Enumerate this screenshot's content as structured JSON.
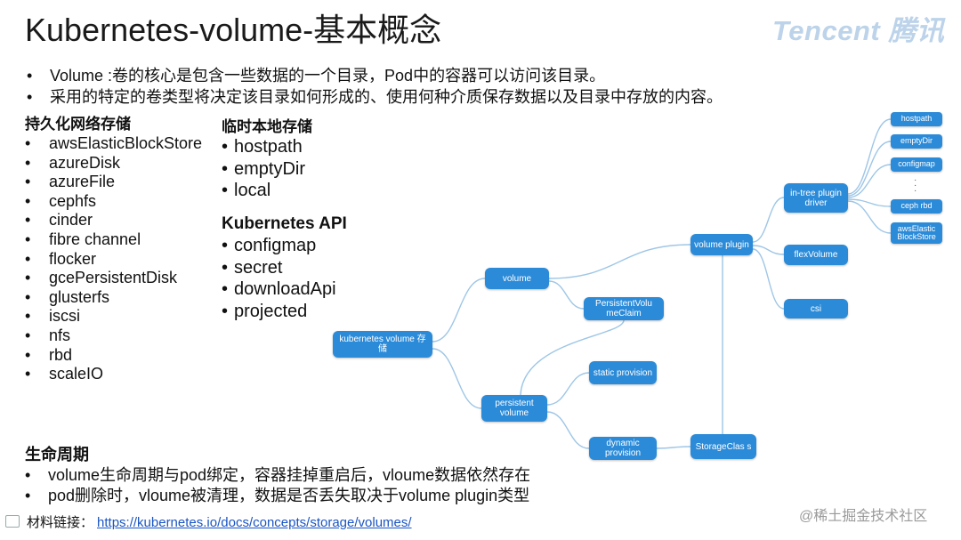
{
  "title": "Kubernetes-volume-基本概念",
  "logo": "Tencent 腾讯",
  "intro_bullets": [
    "Volume :卷的核心是包含一些数据的一个目录，Pod中的容器可以访问该目录。",
    "采用的特定的卷类型将决定该目录如何形成的、使用何种介质保存数据以及目录中存放的内容。"
  ],
  "persistent": {
    "heading": "持久化网络存储",
    "items": [
      "awsElasticBlockStore",
      "azureDisk",
      "azureFile",
      "cephfs",
      "cinder",
      "fibre channel",
      "flocker",
      "gcePersistentDisk",
      "glusterfs",
      "iscsi",
      "nfs",
      "rbd",
      "scaleIO"
    ]
  },
  "ephemeral": {
    "heading": "临时本地存储",
    "items": [
      "hostpath",
      "emptyDir",
      "local"
    ]
  },
  "api": {
    "heading": "Kubernetes API",
    "items": [
      "configmap",
      "secret",
      "downloadApi",
      "projected"
    ]
  },
  "lifecycle": {
    "heading": "生命周期",
    "items": [
      "volume生命周期与pod绑定，容器挂掉重启后，vloume数据依然存在",
      "pod删除时，vloume被清理，数据是否丢失取决于volume plugin类型"
    ]
  },
  "footer": {
    "label": "材料链接：",
    "link": "https://kubernetes.io/docs/concepts/storage/volumes/"
  },
  "watermark": "@稀土掘金技术社区",
  "diagram": {
    "node_color": "#2c8bd8",
    "edge_color": "#9ec6e6",
    "nodes": {
      "root": "kubernetes volume 存储",
      "volume": "volume",
      "persistent_volume": "persistent volume",
      "pvc": "PersistentVolu meClaim",
      "static": "static provision",
      "dynamic": "dynamic provision",
      "storageclass": "StorageClas s",
      "volume_plugin": "volume plugin",
      "intree": "in-tree plugin driver",
      "flexvolume": "flexVolume",
      "csi": "csi",
      "hostpath": "hostpath",
      "emptydir": "emptyDir",
      "configmap": "configmap",
      "cephrbd": "ceph rbd",
      "awselastic": "awsElastic BlockStore"
    }
  }
}
